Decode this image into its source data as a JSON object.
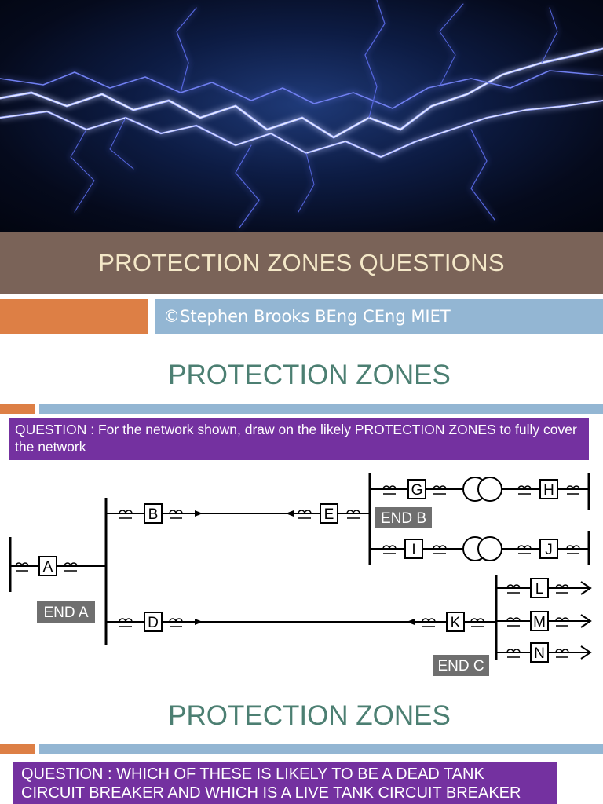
{
  "slide1": {
    "title": "PROTECTION ZONES QUESTIONS",
    "author": "©Stephen Brooks BEng CEng MIET"
  },
  "slide2": {
    "title": "PROTECTION ZONES",
    "question": "QUESTION : For the network shown, draw on the likely PROTECTION ZONES to fully cover the network",
    "diagram": {
      "breakers": [
        "A",
        "B",
        "D",
        "E",
        "G",
        "H",
        "I",
        "J",
        "K",
        "L",
        "M",
        "N"
      ],
      "ends": [
        "END A",
        "END B",
        "END C"
      ]
    }
  },
  "slide3": {
    "title": "PROTECTION ZONES",
    "question": "QUESTION : WHICH OF THESE IS LIKELY TO BE A DEAD TANK CIRCUIT BREAKER AND WHICH IS A LIVE TANK CIRCUIT BREAKER"
  },
  "colors": {
    "title_band": "#7a6358",
    "title_text": "#f4e8c8",
    "orange": "#dd7f45",
    "blue": "#93b6d3",
    "section_title": "#4c7f72",
    "question_box": "#7431a0",
    "end_label": "#6f6f6f"
  }
}
